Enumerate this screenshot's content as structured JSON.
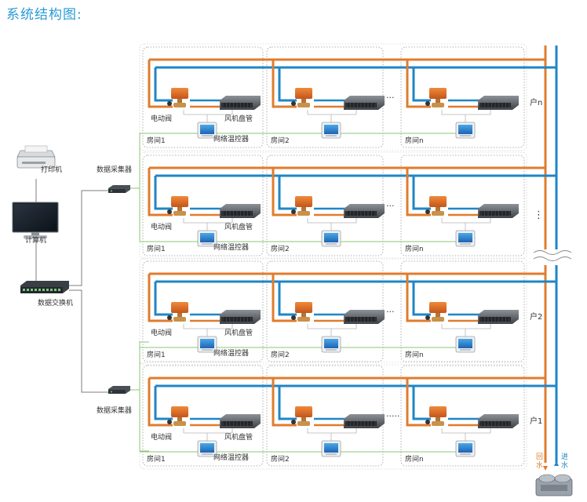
{
  "title": "系统结构图:",
  "colors": {
    "hot_pipe": "#e07c2c",
    "cold_pipe": "#1f86c7",
    "signal_line": "#8cc47a",
    "network_line": "#7c7c7c",
    "room_border": "#9a9a9a",
    "text": "#333333",
    "title": "#2a9ad6"
  },
  "left_devices": {
    "printer": "打印机",
    "computer": "计算机",
    "switch": "数据交换机",
    "collector_top": "数据采集器",
    "collector_bottom": "数据采集器"
  },
  "floors": [
    {
      "household": "户n",
      "side_mark": ""
    },
    {
      "household": "",
      "side_mark": "⋮"
    },
    {
      "household": "户2",
      "side_mark": ""
    },
    {
      "household": "户1",
      "side_mark": ""
    }
  ],
  "room_labels": [
    "房间1",
    "房间2",
    "房间n"
  ],
  "device_labels": {
    "valve": "电动阀",
    "coil": "风机盘管",
    "controller": "网络温控器"
  },
  "gap_dots": [
    "···",
    "···",
    "···",
    "·····"
  ],
  "main_pipes": {
    "return_water": [
      "回",
      "水"
    ],
    "supply_water": [
      "进",
      "水"
    ]
  }
}
